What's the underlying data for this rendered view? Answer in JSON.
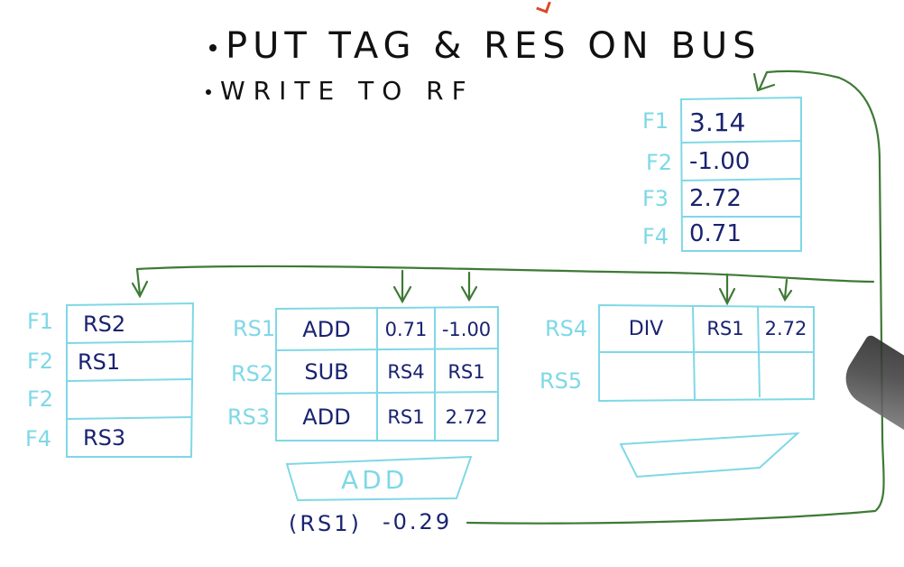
{
  "notes": {
    "bullet1": "PUT TAG & RES ON BUS",
    "bullet2": "WRITE TO RF"
  },
  "register_file": {
    "rows": [
      {
        "label": "F1",
        "value": "3.14"
      },
      {
        "label": "F2",
        "value": "-1.00"
      },
      {
        "label": "F3",
        "value": "2.72"
      },
      {
        "label": "F4",
        "value": "0.71"
      }
    ]
  },
  "rat": {
    "rows": [
      {
        "label": "F1",
        "value": "RS2"
      },
      {
        "label": "F2",
        "value": "RS1"
      },
      {
        "label": "F2",
        "value": ""
      },
      {
        "label": "F4",
        "value": "RS3"
      }
    ]
  },
  "add_rs": {
    "rows": [
      {
        "label": "RS1",
        "op": "ADD",
        "src1": "0.71",
        "src2": "-1.00"
      },
      {
        "label": "RS2",
        "op": "SUB",
        "src1": "RS4",
        "src2": "RS1"
      },
      {
        "label": "RS3",
        "op": "ADD",
        "src1": "RS1",
        "src2": "2.72"
      }
    ]
  },
  "mul_rs": {
    "rows": [
      {
        "label": "RS4",
        "op": "DIV",
        "src1": "RS1",
        "src2": "2.72"
      },
      {
        "label": "RS5",
        "op": "",
        "src1": "",
        "src2": ""
      }
    ]
  },
  "add_unit": {
    "label": "ADD"
  },
  "mul_unit": {
    "label": ""
  },
  "broadcast": {
    "tag": "(RS1)",
    "value": "-0.29"
  },
  "colors": {
    "ink": "#1a2370",
    "table": "#7fd8e6",
    "bus": "#3e7a35",
    "text": "#111111"
  }
}
